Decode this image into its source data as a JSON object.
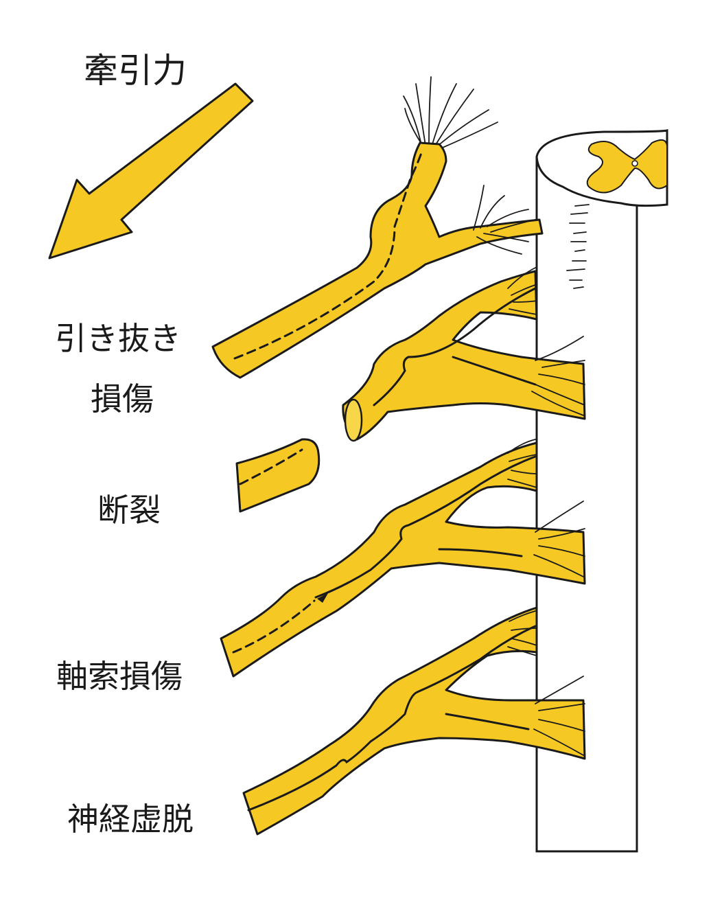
{
  "labels": {
    "traction": "牽引力",
    "avulsion_line1": "引き抜き",
    "avulsion_line2": "損傷",
    "rupture": "断裂",
    "axonal_injury": "軸索損傷",
    "neurapraxia": "神経虚脱"
  },
  "colors": {
    "nerve": "#f5c824",
    "nerve_light": "#f7d64a",
    "ink": "#1a1a1a",
    "background": "#ffffff"
  }
}
